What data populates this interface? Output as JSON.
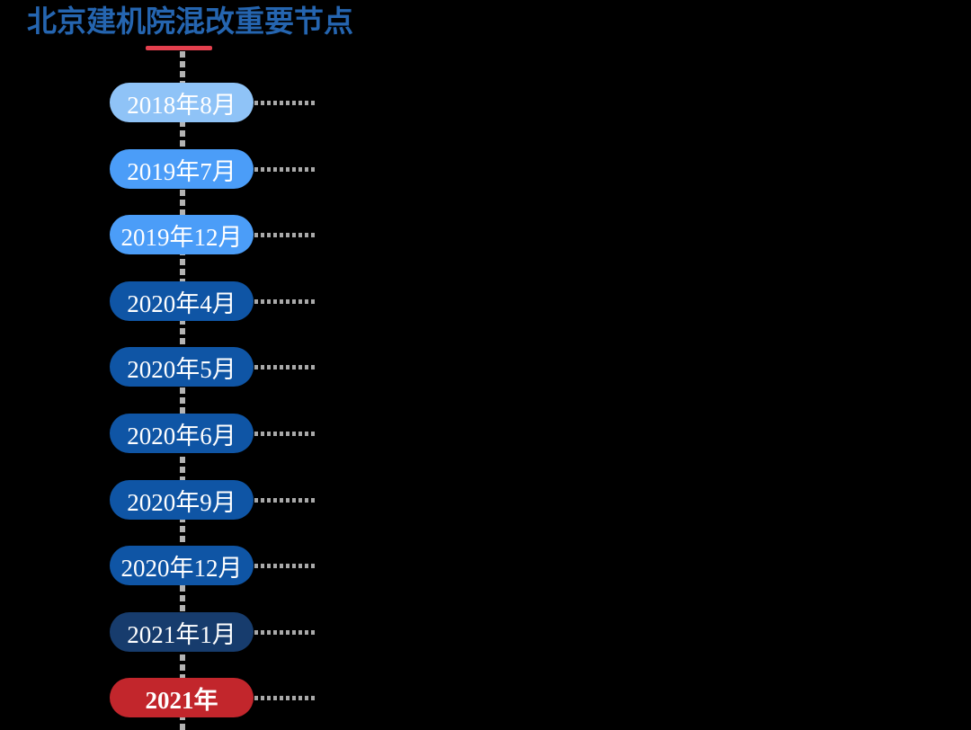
{
  "page": {
    "background_color": "#000000"
  },
  "header": {
    "title": "北京建机院混改重要节点",
    "title_color": "#2565B0",
    "underline_color": "#E4404E"
  },
  "timeline": {
    "spine_line_color": "#B3B3B3",
    "connector_line_color": "#A9A9A9",
    "pill_text_color": "#FFFFFF",
    "items": [
      {
        "label": "2018年8月",
        "color": "#8FC3F7",
        "emphasis": false
      },
      {
        "label": "2019年7月",
        "color": "#4B9DF8",
        "emphasis": false
      },
      {
        "label": "2019年12月",
        "color": "#4B9DF8",
        "emphasis": false
      },
      {
        "label": "2020年4月",
        "color": "#0F55A5",
        "emphasis": false
      },
      {
        "label": "2020年5月",
        "color": "#0F55A5",
        "emphasis": false
      },
      {
        "label": "2020年6月",
        "color": "#0F55A5",
        "emphasis": false
      },
      {
        "label": "2020年9月",
        "color": "#0F55A5",
        "emphasis": false
      },
      {
        "label": "2020年12月",
        "color": "#0F55A5",
        "emphasis": false
      },
      {
        "label": "2021年1月",
        "color": "#173C6D",
        "emphasis": false
      },
      {
        "label": "2021年",
        "color": "#C2262C",
        "emphasis": true
      }
    ]
  }
}
